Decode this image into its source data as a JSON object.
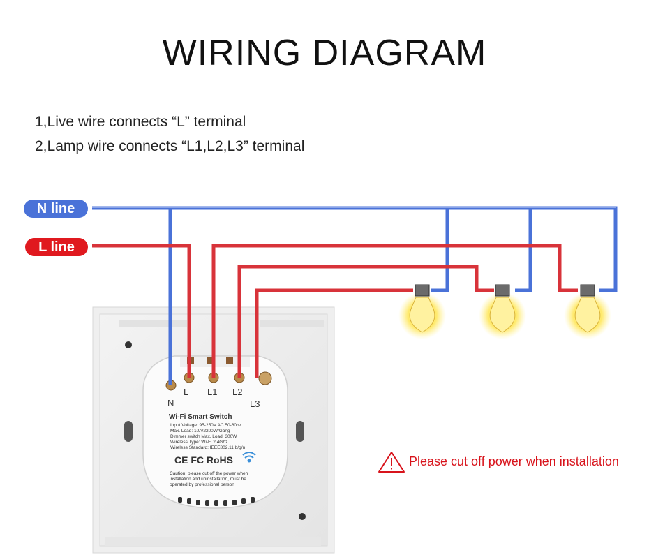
{
  "title": "WIRING DIAGRAM",
  "instructions": [
    "1,Live wire connects “L” terminal",
    "2,Lamp wire connects “L1,L2,L3” terminal"
  ],
  "lines": {
    "n_line": "N line",
    "l_line": "L line"
  },
  "terminals": [
    "N",
    "L",
    "L1",
    "L2",
    "L3"
  ],
  "device": {
    "name": "Wi-Fi Smart Switch",
    "specs": [
      "Input Voltage: 95-250V AC 50-60hz",
      "Max. Load: 10A/2200W/Gang",
      "Dimmer switch Max. Load: 300W",
      "Wireless Type: Wi-Fi 2.4Ghz",
      "Wireless Standard: IEEE802.11 b/g/n"
    ],
    "marks": "CE FC RoHS",
    "caution": [
      "Caution: please cut off the power when",
      "installation and uninstallation, must be",
      "operated by professional person"
    ]
  },
  "warning": "Please cut off power when installation",
  "colors": {
    "n_wire": "#4a72d8",
    "l_wire": "#d8333a",
    "warning": "#d8141c"
  }
}
